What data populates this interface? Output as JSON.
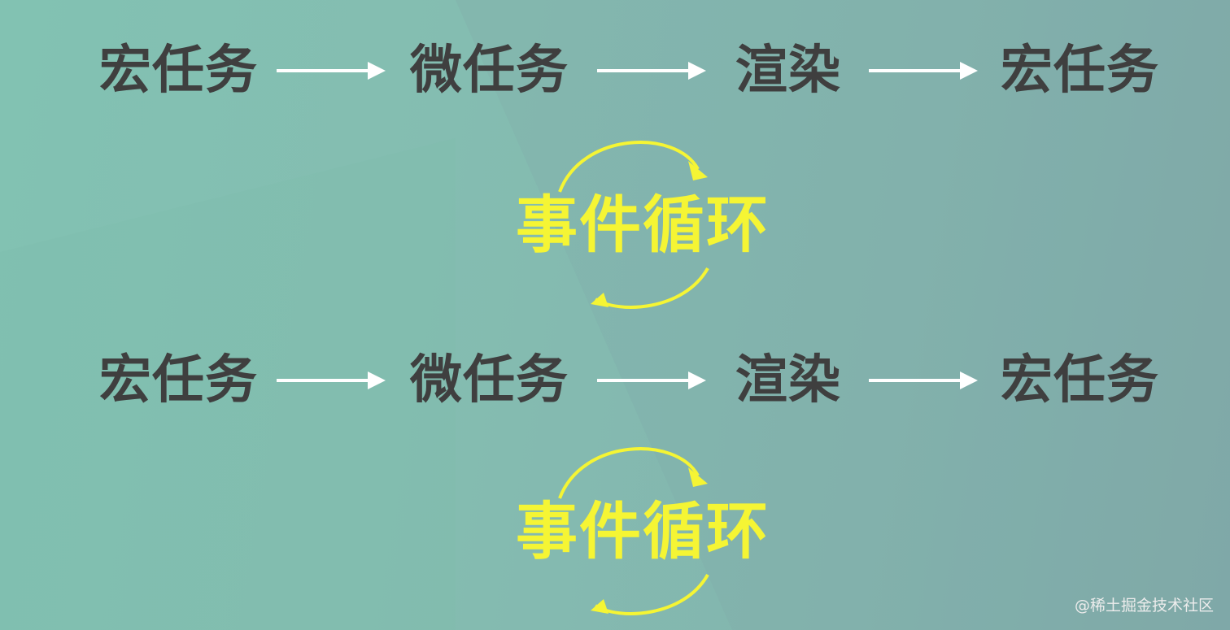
{
  "rows": [
    {
      "tasks": [
        "宏任务",
        "微任务",
        "渲染",
        "宏任务"
      ]
    },
    {
      "tasks": [
        "宏任务",
        "微任务",
        "渲染",
        "宏任务"
      ]
    }
  ],
  "loops": [
    {
      "label": "事件循环"
    },
    {
      "label": "事件循环"
    }
  ],
  "watermark": "@稀土掘金技术社区",
  "colors": {
    "task_text": "#3f3f3f",
    "arrow": "#ffffff",
    "loop": "#f5f534",
    "background": "#84bdb1"
  }
}
